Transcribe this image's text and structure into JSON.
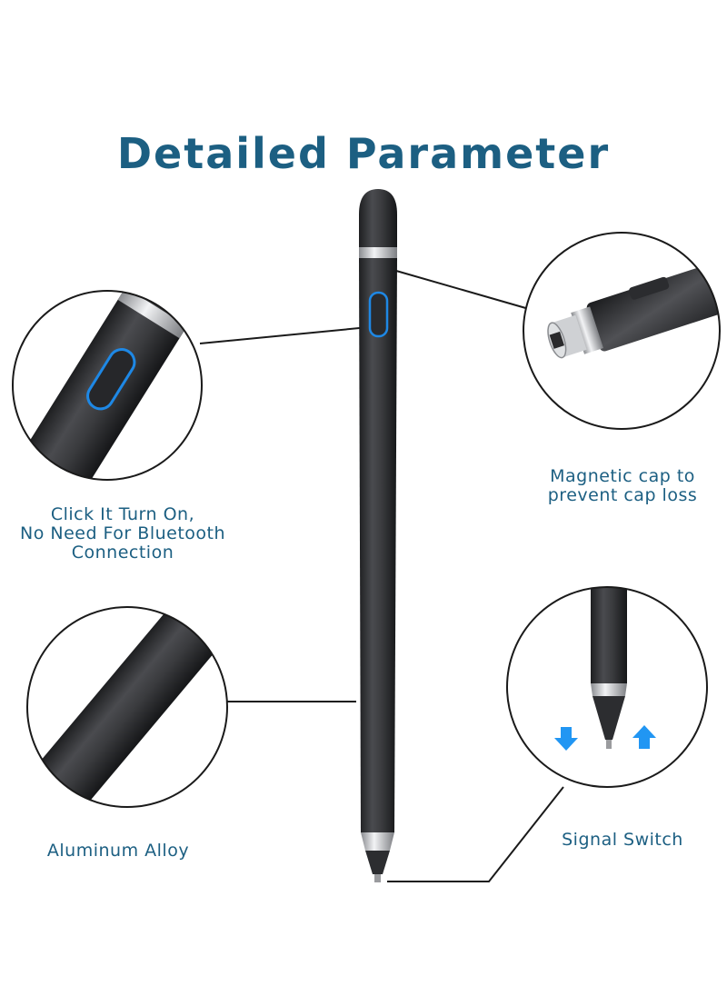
{
  "title": "Detailed Parameter",
  "captions": {
    "power": [
      "Click It Turn On,",
      "No Need For Bluetooth",
      "Connection"
    ],
    "magnetic": [
      "Magnetic cap to",
      "prevent cap loss"
    ],
    "alloy": "Aluminum Alloy",
    "signal": "Signal Switch"
  },
  "colors": {
    "title": "#1c5f82",
    "pen_body": "#3a3b3e",
    "button_ring": "#1e88e5",
    "arrow": "#2196f3"
  }
}
